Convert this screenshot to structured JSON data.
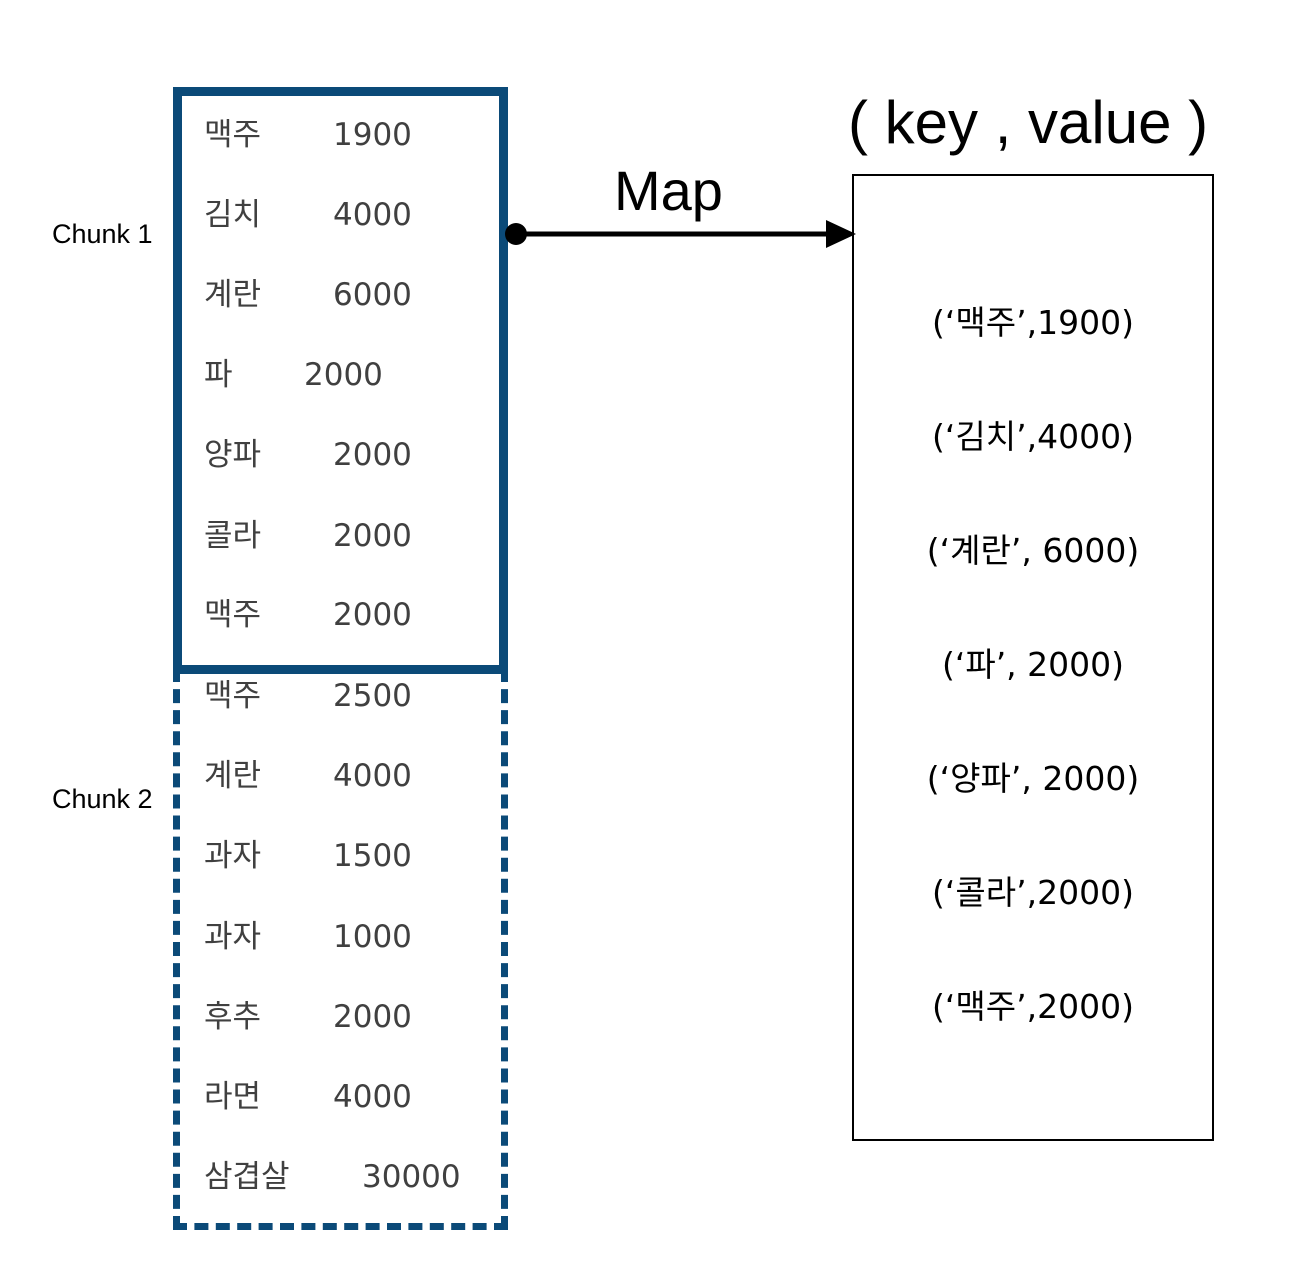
{
  "chunk1": {
    "label": "Chunk 1",
    "rows": [
      {
        "name": "맥주",
        "price": "1900"
      },
      {
        "name": "김치",
        "price": "4000"
      },
      {
        "name": "계란",
        "price": "6000"
      },
      {
        "name": "파",
        "price": "2000"
      },
      {
        "name": "양파",
        "price": "2000"
      },
      {
        "name": "콜라",
        "price": "2000"
      },
      {
        "name": "맥주",
        "price": "2000"
      }
    ]
  },
  "chunk2": {
    "label": "Chunk 2",
    "rows": [
      {
        "name": "맥주",
        "price": "2500"
      },
      {
        "name": "계란",
        "price": "4000"
      },
      {
        "name": "과자",
        "price": "1500"
      },
      {
        "name": "과자",
        "price": "1000"
      },
      {
        "name": "후추",
        "price": "2000"
      },
      {
        "name": "라면",
        "price": "4000"
      },
      {
        "name": "삼겹살",
        "price": "30000"
      }
    ]
  },
  "map": {
    "label": "Map",
    "header": "( key , value )",
    "pairs": [
      "(‘맥주’,1900)",
      "(‘김치’,4000)",
      "(‘계란’, 6000)",
      "(‘파’, 2000)",
      "(‘양파’, 2000)",
      "(‘콜라’,2000)",
      "(‘맥주’,2000)"
    ]
  },
  "colors": {
    "chunk_border": "#0b4a78",
    "item_text": "#404040"
  }
}
